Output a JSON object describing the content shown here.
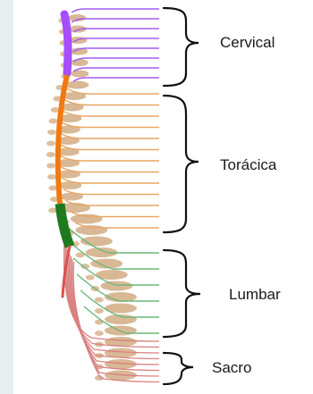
{
  "diagram": {
    "regions": [
      {
        "key": "cervical",
        "label": "Cervical",
        "color": "#a64dff"
      },
      {
        "key": "toracica",
        "label": "Torácica",
        "color": "#f07a10"
      },
      {
        "key": "lumbar",
        "label": "Lumbar",
        "color": "#1f7a1f"
      },
      {
        "key": "sacro",
        "label": "Sacro",
        "color": "#d9534f"
      }
    ],
    "nerve_colors": {
      "cervical": "#a25df0",
      "toracica": "#e8a765",
      "lumbar": "#6ab77a",
      "sacro": "#d98080"
    },
    "vertebra_color": "#d9b896"
  }
}
